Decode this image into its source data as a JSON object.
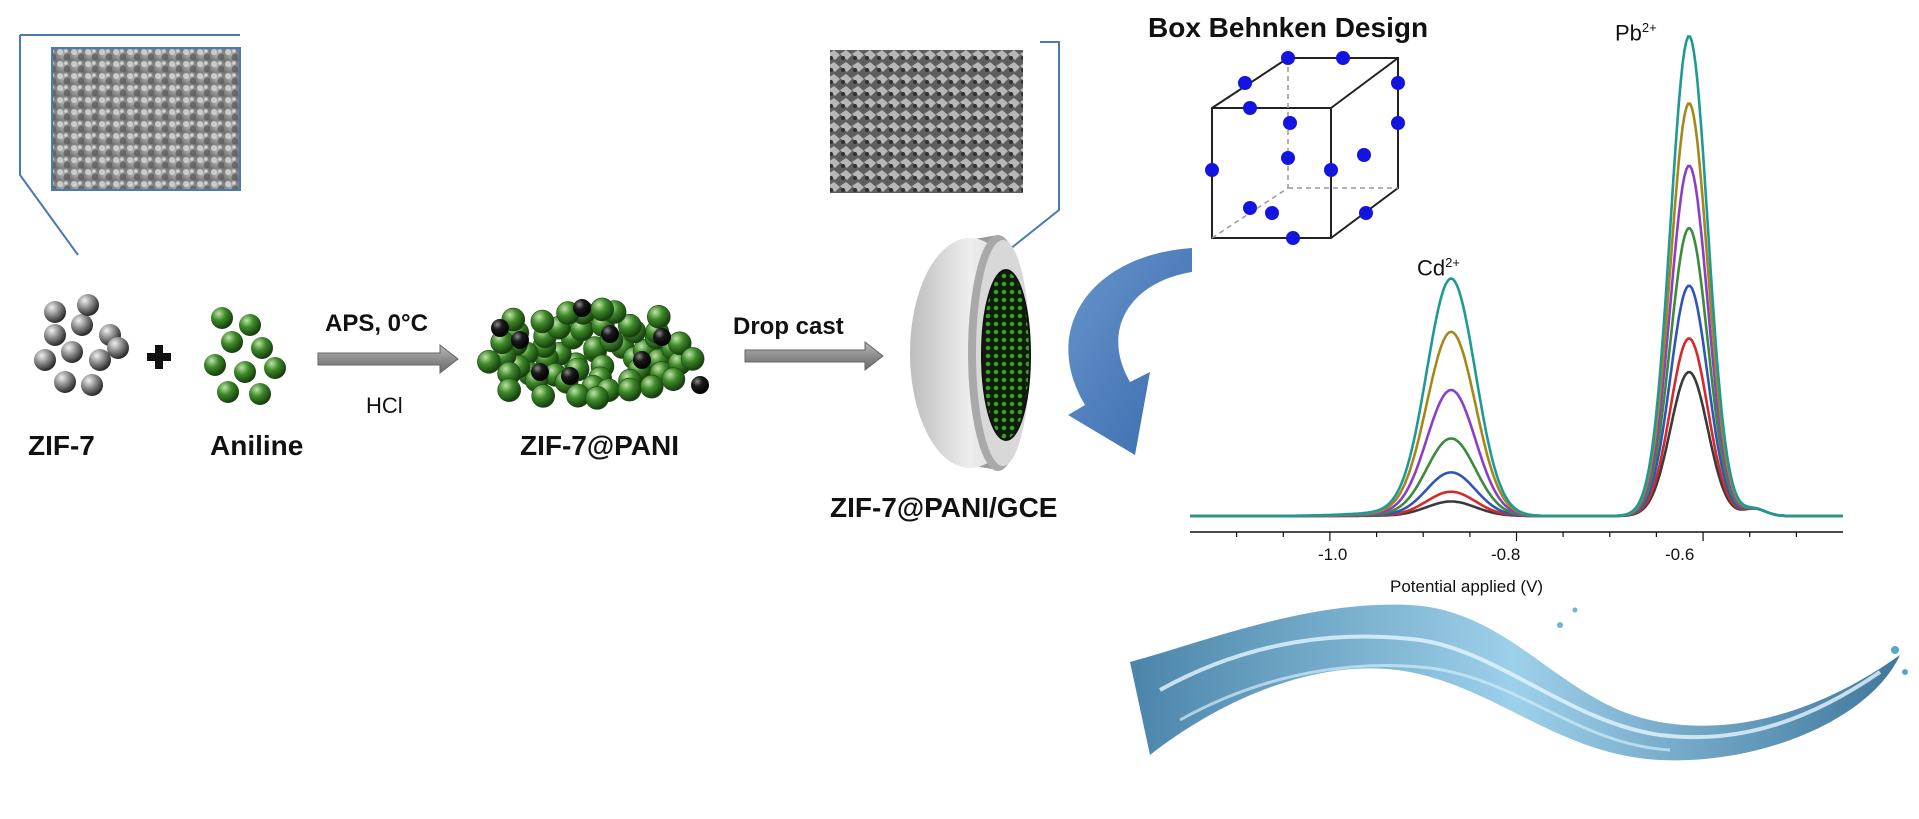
{
  "steps": {
    "zif7": "ZIF-7",
    "aniline": "Aniline",
    "composite": "ZIF-7@PANI",
    "electrode": "ZIF-7@PANI/GCE"
  },
  "reaction": {
    "conditions_top": "APS, 0°C",
    "conditions_bottom": "HCl",
    "plus_symbol": "+"
  },
  "deposition": {
    "label": "Drop cast"
  },
  "design": {
    "title": "Box Behnken Design"
  },
  "chart_data": {
    "type": "line",
    "title": "",
    "xlabel": "Potential applied (V)",
    "ylabel": "",
    "xlim": [
      -1.15,
      -0.45
    ],
    "xticks": [
      "-1.0",
      "-0.8",
      "-0.6"
    ],
    "annotations": [
      {
        "text": "Cd",
        "sup": "2+",
        "x": -0.87
      },
      {
        "text": "Pb",
        "sup": "2+",
        "x": -0.615
      }
    ],
    "series": [
      {
        "color": "#3a3a3a",
        "cd_peak": 0.03,
        "pb_peak": 0.3
      },
      {
        "color": "#d42a2a",
        "cd_peak": 0.05,
        "pb_peak": 0.37
      },
      {
        "color": "#2f55b6",
        "cd_peak": 0.09,
        "pb_peak": 0.48
      },
      {
        "color": "#3b8b3b",
        "cd_peak": 0.16,
        "pb_peak": 0.6
      },
      {
        "color": "#8a3fc9",
        "cd_peak": 0.26,
        "pb_peak": 0.73
      },
      {
        "color": "#a8861a",
        "cd_peak": 0.38,
        "pb_peak": 0.86
      },
      {
        "color": "#1e9a96",
        "cd_peak": 0.49,
        "pb_peak": 1.0
      }
    ]
  }
}
